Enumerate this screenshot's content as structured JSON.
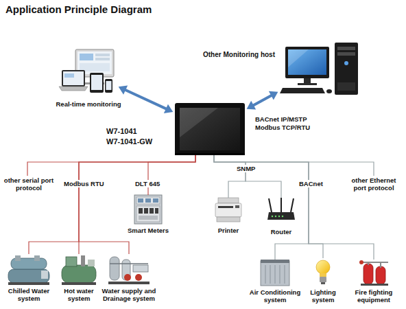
{
  "diagram": {
    "title": "Application Principle Diagram",
    "nodes": [
      {
        "text": [
          "Real-time monitoring"
        ]
      },
      {
        "text": [
          "Other Monitoring host"
        ]
      },
      {
        "text": [
          "W7-1041",
          "W7-1041-GW"
        ]
      },
      {
        "text": [
          "Smart Meters"
        ]
      },
      {
        "text": [
          "Printer"
        ]
      },
      {
        "text": [
          "Router"
        ]
      },
      {
        "text": [
          "Chilled Water system"
        ]
      },
      {
        "text": [
          "Hot water system"
        ]
      },
      {
        "text": [
          "Water supply and Drainage system"
        ]
      },
      {
        "text": [
          "Air Conditioning system"
        ]
      },
      {
        "text": [
          "Lighting system"
        ]
      },
      {
        "text": [
          "Fire fighting equipment"
        ]
      }
    ],
    "edges": [
      {
        "from": 2,
        "to": 0,
        "arrow": "both"
      },
      {
        "from": 2,
        "to": 1,
        "arrow": "both"
      },
      {
        "from": 2,
        "to": 3,
        "arrow": "none"
      },
      {
        "from": 2,
        "to": 4,
        "arrow": "none"
      },
      {
        "from": 2,
        "to": 5,
        "arrow": "none"
      },
      {
        "from": 2,
        "to": 6,
        "arrow": "none"
      },
      {
        "from": 2,
        "to": 7,
        "arrow": "none"
      },
      {
        "from": 2,
        "to": 8,
        "arrow": "none"
      },
      {
        "from": 2,
        "to": 9,
        "arrow": "none"
      },
      {
        "from": 2,
        "to": 10,
        "arrow": "none"
      },
      {
        "from": 2,
        "to": 11,
        "arrow": "none"
      }
    ],
    "labels": [
      "BACnet IP/MSTP",
      "Modbus TCP/RTU",
      "other serial port protocol",
      "Modbus RTU",
      "DLT 645",
      "SNMP",
      "BACnet",
      "other Ethernet port protocol"
    ]
  }
}
